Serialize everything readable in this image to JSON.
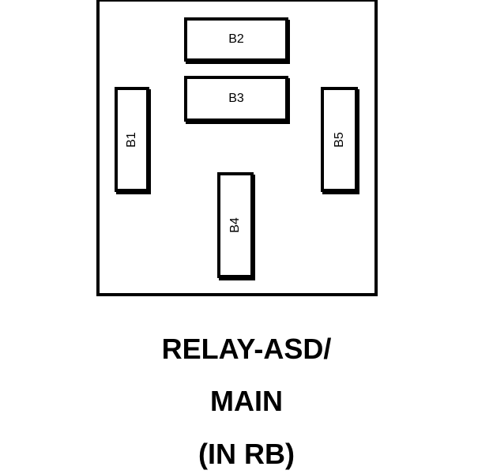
{
  "relay": {
    "terminals": [
      {
        "id": "b1",
        "label": "B1"
      },
      {
        "id": "b2",
        "label": "B2"
      },
      {
        "id": "b3",
        "label": "B3"
      },
      {
        "id": "b4",
        "label": "B4"
      },
      {
        "id": "b5",
        "label": "B5"
      }
    ]
  },
  "caption": {
    "line1": "RELAY-ASD/",
    "line2": "MAIN",
    "line3": "(IN RB)"
  }
}
